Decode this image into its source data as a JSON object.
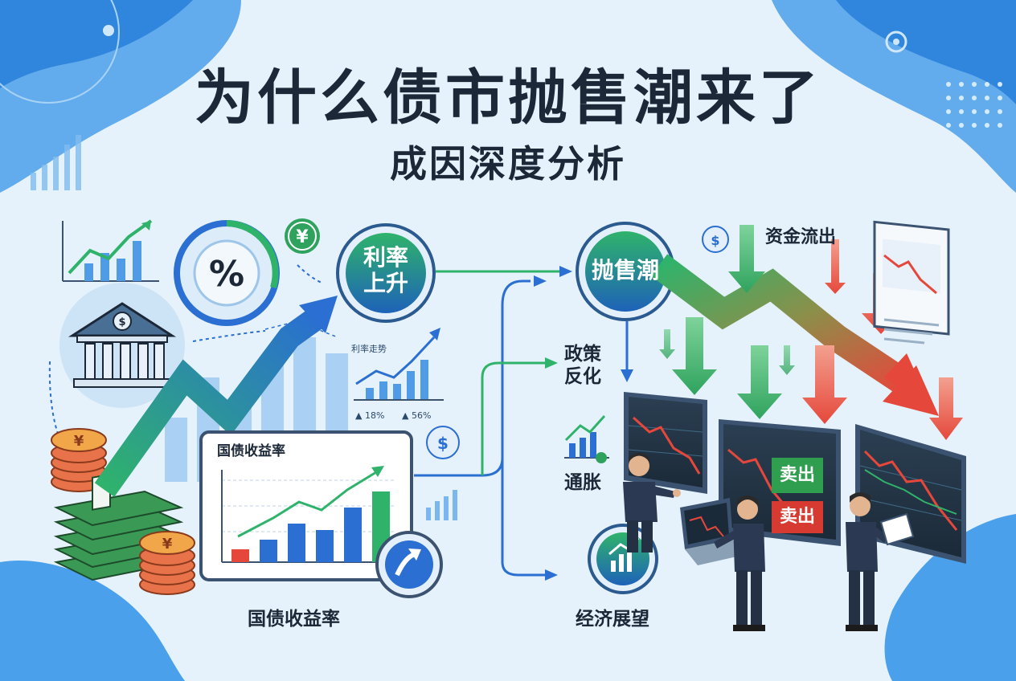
{
  "title": "为什么债市抛售潮来了",
  "subtitle": "成因深度分析",
  "nodes": {
    "rate_rise": "利率\n上升",
    "sell_off": "抛售潮"
  },
  "labels": {
    "capital_outflow": "资金流出",
    "policy_change": "政策\n反化",
    "inflation": "通胀",
    "economic_outlook": "经济展望",
    "bond_yield_caption": "国债收益率",
    "bond_yield_chart_title": "国债收益率",
    "mini_chart_title": "利率走势",
    "stat_1": "▲ 18%",
    "stat_2": "▲ 56%",
    "sell_1": "卖出",
    "sell_2": "卖出"
  },
  "icons": [
    "percent-icon",
    "yuan-icon",
    "dollar-icon",
    "bank-icon",
    "up-arrow-icon",
    "growth-chart-icon"
  ],
  "colors": {
    "title": "#1c2837",
    "green": "#2fb36b",
    "blue": "#2a6fd1",
    "red": "#e5483b",
    "sell_tag": "#2f9e4f",
    "sell_tag_red": "#d63a30"
  }
}
